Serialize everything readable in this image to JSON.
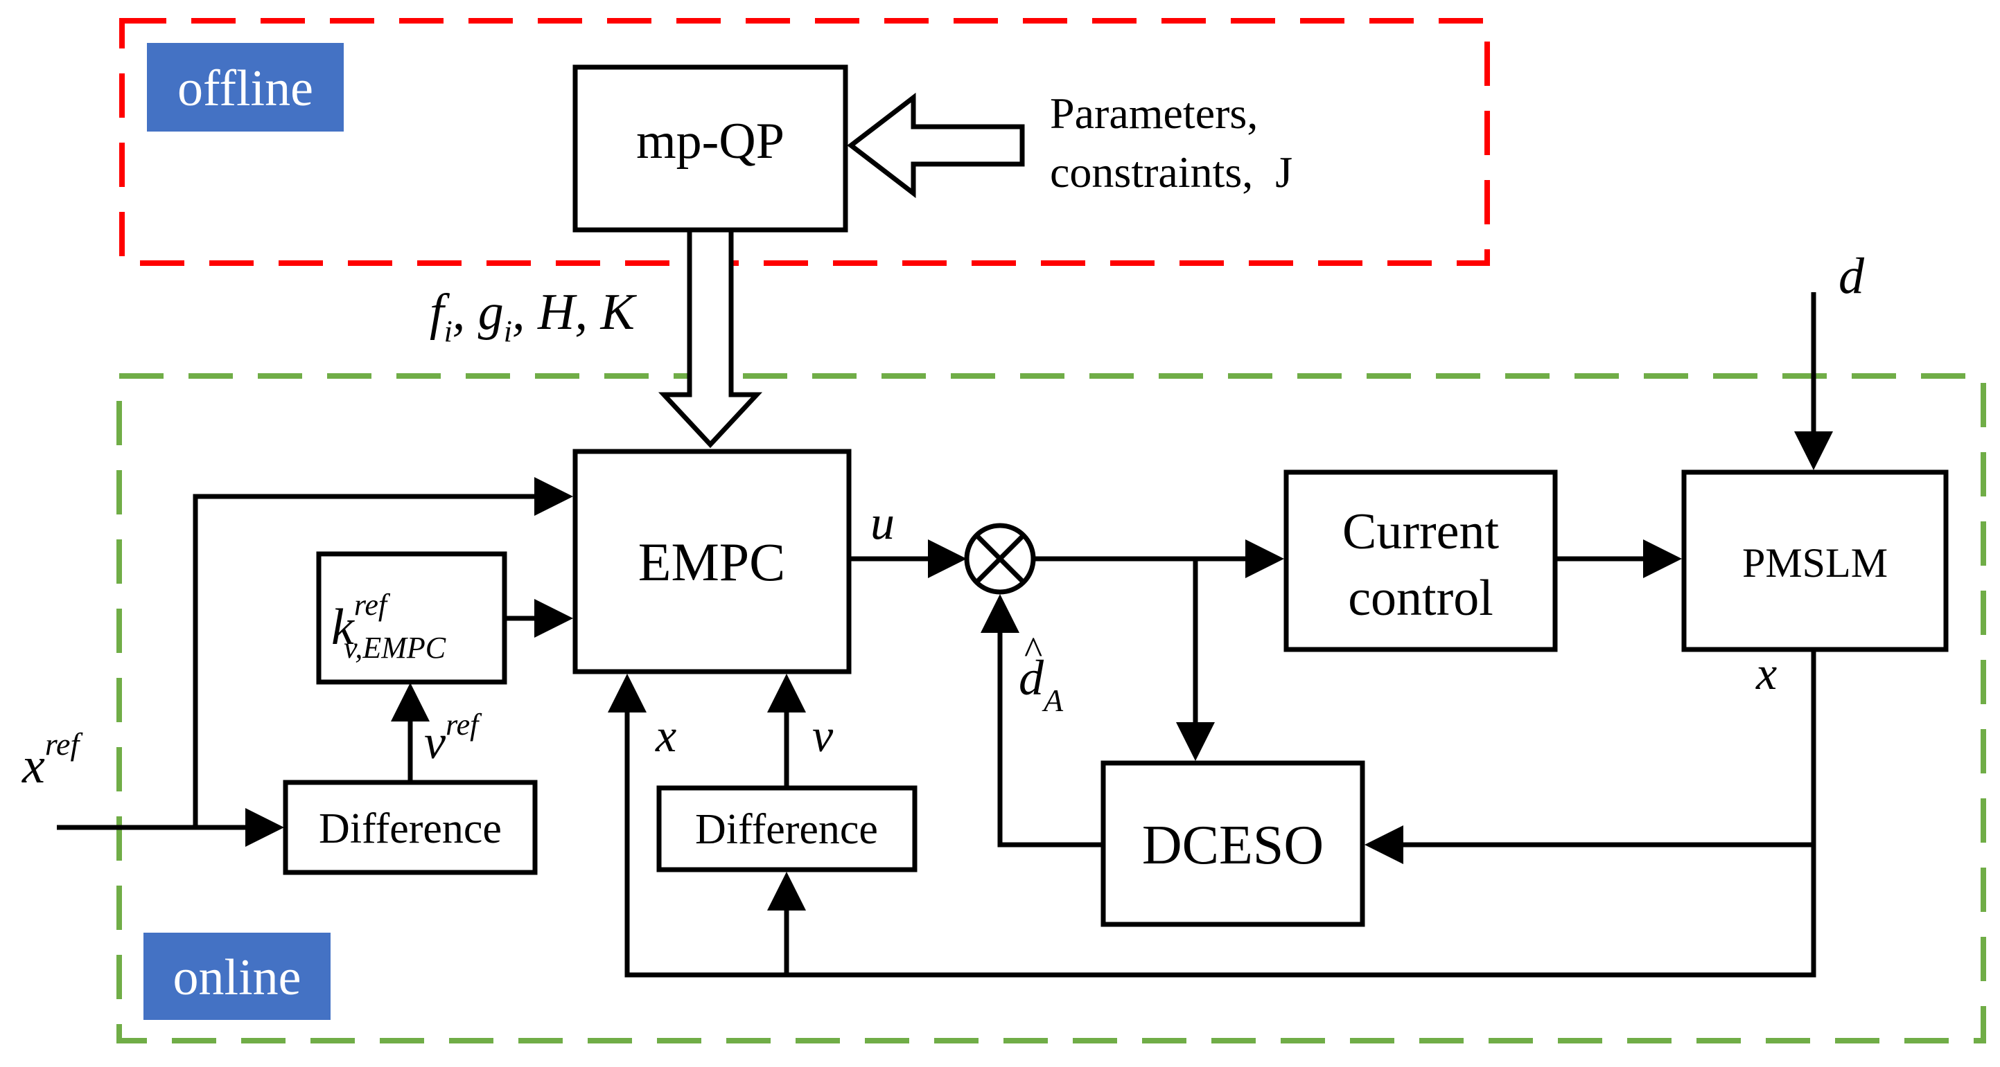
{
  "regions": {
    "offline": {
      "label": "offline",
      "border_color": "#ff0000",
      "badge_color": "#4472c4"
    },
    "online": {
      "label": "online",
      "border_color": "#70ad47",
      "badge_color": "#4472c4"
    }
  },
  "blocks": {
    "mpqp": "mp-QP",
    "empc": "EMPC",
    "current_line1": "Current",
    "current_line2": "control",
    "pmslm": "PMSLM",
    "dceso": "DCESO",
    "difference_left": "Difference",
    "difference_right": "Difference",
    "kref_base": "k",
    "kref_sup": "ref",
    "kref_sub": "v,EMPC"
  },
  "inputs_note": {
    "line1": "Parameters,",
    "line2": "constraints,  J"
  },
  "signals": {
    "offline_output": "f",
    "offline_output_sub_i1": "i",
    "offline_output_g": "g",
    "offline_output_sub_i2": "i",
    "offline_output_rest": "H, K",
    "disturbance": "d",
    "control_u": "u",
    "dhat_base": "d",
    "dhat_hat": "^",
    "dhat_sub": "A",
    "x_out": "x",
    "x_feedback": "x",
    "v": "v",
    "vref_base": "v",
    "vref_sup": "ref",
    "xref_base": "x",
    "xref_sup": "ref"
  },
  "colors": {
    "line": "#000000",
    "sum_junction": "#000000"
  }
}
